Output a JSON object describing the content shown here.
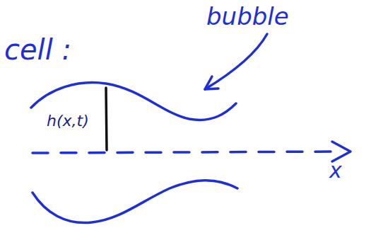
{
  "diagram": {
    "labels": [
      "cell :",
      "bubble",
      "h(x,t)",
      "x"
    ]
  }
}
